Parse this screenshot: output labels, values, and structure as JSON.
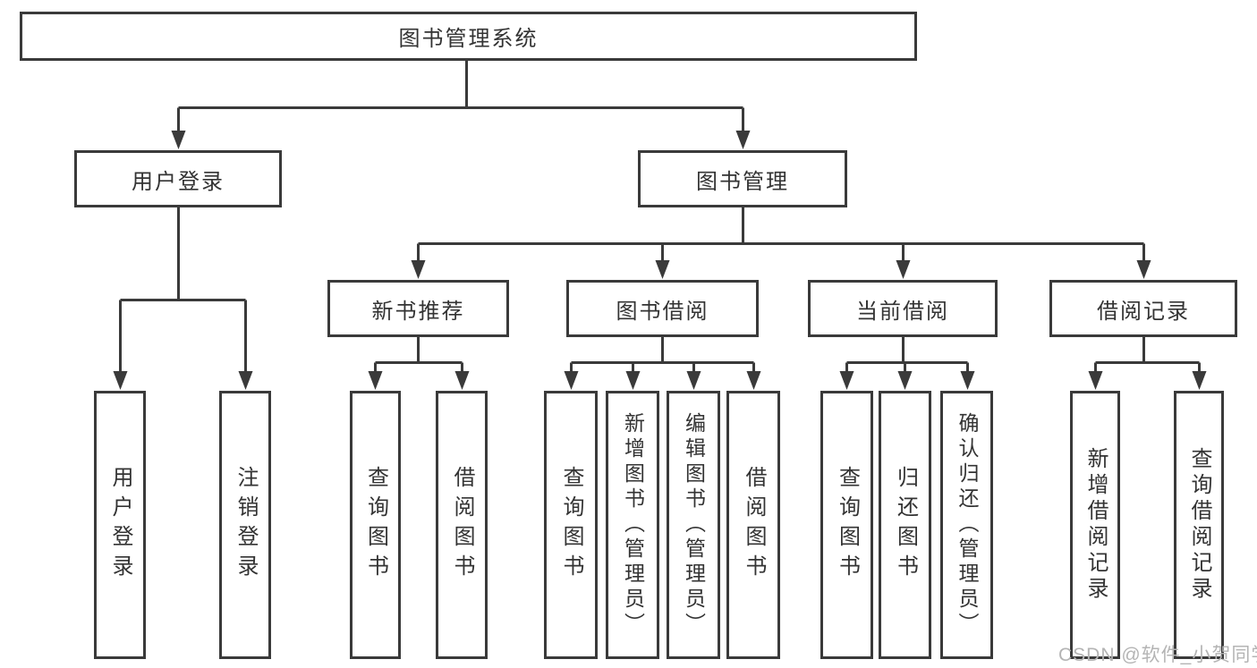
{
  "diagram_title": "图书管理系统",
  "tree": {
    "label": "图书管理系统",
    "children": [
      {
        "label": "用户登录",
        "children": [
          {
            "label": "用户登录"
          },
          {
            "label": "注销登录"
          }
        ]
      },
      {
        "label": "图书管理",
        "children": [
          {
            "label": "新书推荐",
            "children": [
              {
                "label": "查询图书"
              },
              {
                "label": "借阅图书"
              }
            ]
          },
          {
            "label": "图书借阅",
            "children": [
              {
                "label": "查询图书"
              },
              {
                "label": "新增图书（管理员）"
              },
              {
                "label": "编辑图书（管理员）"
              },
              {
                "label": "借阅图书"
              }
            ]
          },
          {
            "label": "当前借阅",
            "children": [
              {
                "label": "查询图书"
              },
              {
                "label": "归还图书"
              },
              {
                "label": "确认归还（管理员）"
              }
            ]
          },
          {
            "label": "借阅记录",
            "children": [
              {
                "label": "新增借阅记录"
              },
              {
                "label": "查询借阅记录"
              }
            ]
          }
        ]
      }
    ]
  },
  "watermark": "CSDN @软件_小贺同学",
  "colors": {
    "line": "#3a3a3a",
    "text": "#333333",
    "watermark": "#b4b4b4",
    "background": "#ffffff"
  }
}
